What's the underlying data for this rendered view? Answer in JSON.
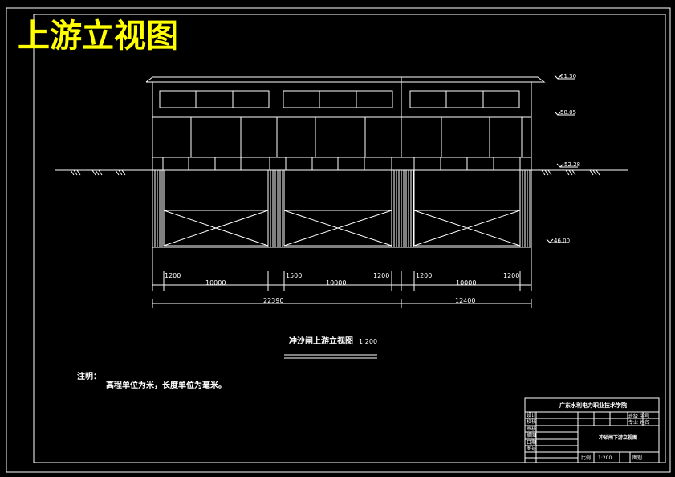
{
  "drawing": {
    "headline": "上游立视图",
    "caption": "冲沙闸上游立视图",
    "scale": "1:200",
    "notes_label": "注明：",
    "notes_text": "高程单位为米，长度单位为毫米。"
  },
  "elevations": {
    "roof_top": "61.30",
    "beam": "58.05",
    "ground": "52.28",
    "base": "46.00"
  },
  "dimensions": {
    "bay1": {
      "left": "1200",
      "clear": "10000"
    },
    "bay2": {
      "left": "1500",
      "clear": "10000",
      "right": "1200"
    },
    "bay3": {
      "left": "1200",
      "clear": "10000",
      "right": "1200"
    },
    "total_left": "22390",
    "total_right": "12400"
  },
  "title_block": {
    "institute": "广东水利电力职业技术学院",
    "drawing_name": "冲砂闸下游立视图",
    "row_labels": [
      "设计",
      "校核",
      "审核",
      "描图",
      "日期",
      "图号"
    ],
    "cell_tl": "班级 学号",
    "cell_tr": "专业 姓名",
    "scale_label": "比例",
    "scale_value": "1:200",
    "sheet_label": "图别"
  },
  "colors": {
    "background": "#000000",
    "line": "#ffffff",
    "headline": "#ffff00"
  }
}
